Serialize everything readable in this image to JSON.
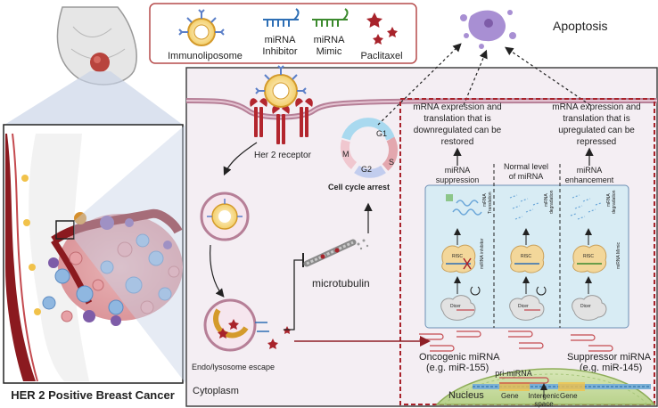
{
  "legend": {
    "immunoliposome": "Immunoliposome",
    "inhibitor_line1": "miRNA",
    "inhibitor_line2": "Inhibitor",
    "mimic_line1": "miRNA",
    "mimic_line2": "Mimic",
    "paclitaxel": "Paclitaxel"
  },
  "apoptosis": "Apoptosis",
  "left_panel": {
    "caption": "HER 2 Positive Breast Cancer"
  },
  "cell": {
    "her2_receptor": "Her 2 receptor",
    "endo_escape": "Endo/lysosome escape",
    "cytoplasm": "Cytoplasm",
    "microtubulin": "microtubulin",
    "cell_cycle_arrest": "Cell cycle arrest",
    "cycle_g1": "G1",
    "cycle_g2": "G2",
    "cycle_s": "S",
    "cycle_m": "M"
  },
  "mirna": {
    "outcome_left": [
      "mRNA expression and",
      "translation that is",
      "downregulated can be",
      "restored"
    ],
    "outcome_right": [
      "mRNA expression and",
      "translation that is",
      "upregulated can be",
      "repressed"
    ],
    "suppression": [
      "miRNA",
      "suppression"
    ],
    "normal": [
      "Normal level",
      "of miRNA"
    ],
    "enhancement": [
      "miRNA",
      "enhancement"
    ],
    "risc": "RISC",
    "dicer": "Dicer",
    "mrna_translation": [
      "mRNA",
      "Translation"
    ],
    "mrna_degradation": [
      "mRNA",
      "degradation"
    ],
    "mirna_inhibitor": "miRNA inhibitor",
    "mirna_mimic": "miRNA Mimic",
    "oncogenic": "Oncogenic miRNA",
    "oncogenic_example": "(e.g. miR-155)",
    "suppressor": "Suppressor miRNA",
    "suppressor_example": "(e.g. miR-145)",
    "nucleus": "Nucleus",
    "pri_mirna": "pri-miRNA",
    "gene": "Gene",
    "intergenic": [
      "Intergenic",
      "space"
    ]
  },
  "colors": {
    "her2_red": "#b3262e",
    "liposome_yellow": "#f1c24a",
    "antibody_blue": "#5b7fc8",
    "inhibitor_blue": "#2e6fb5",
    "mimic_green": "#3c8a2e",
    "dash_red": "#a8232b",
    "panel_blue": "#d8ecf4",
    "apoptosis_purple": "#a88fd3"
  }
}
